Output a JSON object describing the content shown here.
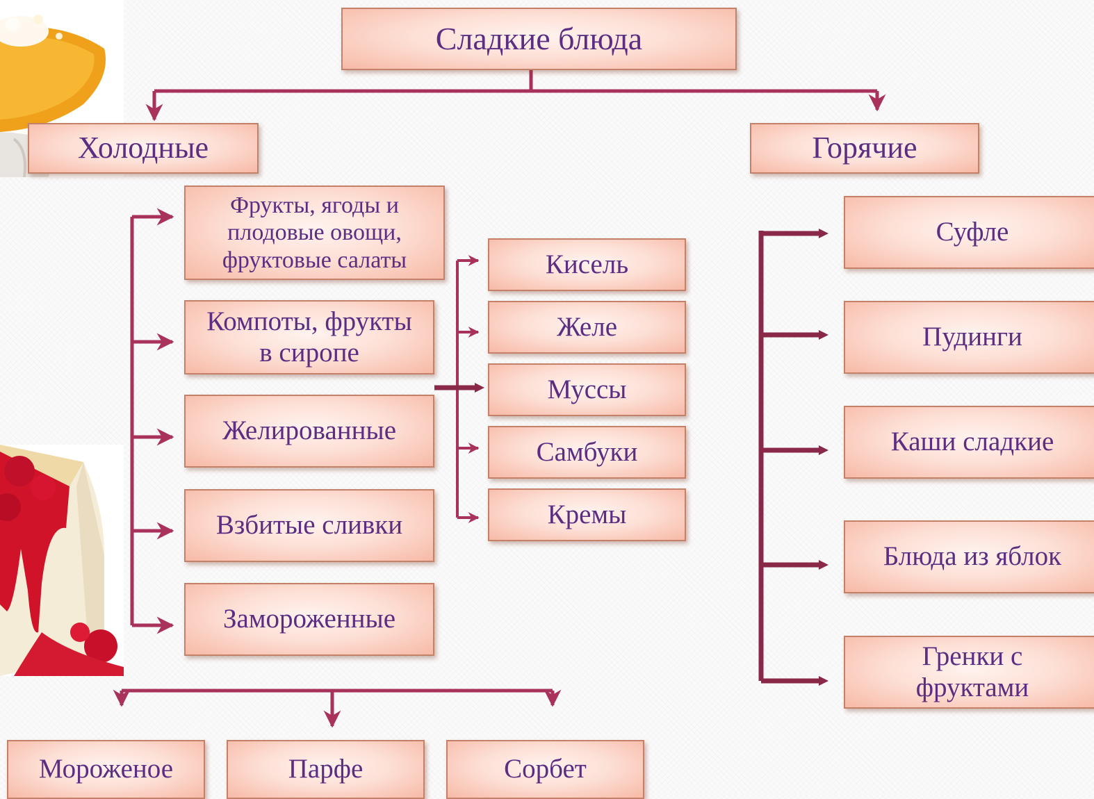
{
  "root": {
    "label": "Сладкие блюда"
  },
  "cold": {
    "label": "Холодные",
    "items": [
      "Фрукты, ягоды и плодовые овощи, фруктовые салаты",
      "Компоты, фрукты в сиропе",
      "Желированные",
      "Взбитые сливки",
      "Замороженные"
    ]
  },
  "jellied": {
    "items": [
      "Кисель",
      "Желе",
      "Муссы",
      "Самбуки",
      "Кремы"
    ]
  },
  "frozen": {
    "items": [
      "Мороженое",
      "Парфе",
      "Сорбет"
    ]
  },
  "hot": {
    "label": "Горячие",
    "items": [
      "Суфле",
      "Пудинги",
      "Каши сладкие",
      "Блюда из яблок",
      "Гренки с фруктами"
    ]
  },
  "images": [
    {
      "name": "dessert-cup-photo"
    },
    {
      "name": "cheesecake-raspberry-photo"
    }
  ],
  "colors": {
    "connector": "#a8325c",
    "connector_dark": "#8a2848",
    "text": "#5c2e82",
    "box_border": "#c4816a",
    "box_fill": "#fde0d6"
  }
}
